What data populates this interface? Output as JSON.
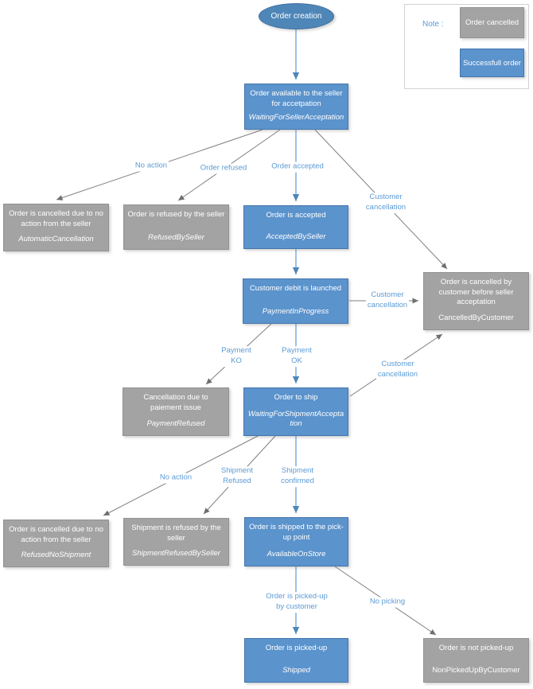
{
  "diagram": {
    "start_node": {
      "label": "Order creation"
    },
    "legend": {
      "note_label": "Note :",
      "cancelled_label": "Order cancelled",
      "success_label": "Successfull order"
    },
    "colors": {
      "success_node": "#5b93cc",
      "cancelled_node": "#a3a3a3",
      "start_node": "#4e86b8",
      "edge_label_text": "#5b9bd5",
      "blue_arrow": "#5b9bd5",
      "gray_arrow": "#7f7f7f"
    },
    "nodes": {
      "waiting_seller": {
        "title": "Order available to the seller\nfor accetpation",
        "state": "WaitingForSellerAcceptation"
      },
      "auto_cancel": {
        "title": "Order is cancelled due to no\naction from the seller",
        "state": "AutomaticCancellation"
      },
      "refused_by_seller": {
        "title": "Order is refused by the seller",
        "state": "RefusedBySeller"
      },
      "accepted": {
        "title": "Order is accepted",
        "state": "AcceptedBySeller"
      },
      "payment_in_progress": {
        "title": "Customer debit is launched",
        "state": "PaymentInProgress"
      },
      "cancelled_by_customer": {
        "title": "Order is cancelled by\ncustomer before seller\nacceptation",
        "state": "CancelledByCustomer"
      },
      "payment_refused": {
        "title": "Cancellation due to\npaiement issue",
        "state": "PaymentRefused"
      },
      "order_to_ship": {
        "title": "Order to ship",
        "state": "WaitingForShipmentAccepta\ntion"
      },
      "refused_no_shipment": {
        "title": "Order is cancelled due to no\naction from the seller",
        "state": "RefusedNoShipment"
      },
      "shipment_refused_by_seller": {
        "title": "Shipment is refused by the\nseller",
        "state": "ShipmentRefusedBySeller"
      },
      "available_on_store": {
        "title": "Order is shipped to the pick-\nup point",
        "state": "AvailableOnStore"
      },
      "shipped": {
        "title": "Order is picked-up",
        "state": "Shipped"
      },
      "not_picked_up": {
        "title": "Order is not picked-up",
        "state": "NonPickedUpByCustomer"
      }
    },
    "edge_labels": {
      "no_action_seller": "No action",
      "order_refused": "Order refused",
      "order_accepted": "Order accepted",
      "customer_cancellation_top": "Customer\ncancellation",
      "customer_cancellation_mid": "Customer\ncancellation",
      "payment_ko": "Payment\nKO",
      "payment_ok": "Payment\nOK",
      "customer_cancellation_ship": "Customer\ncancellation",
      "no_action_shipment": "No action",
      "shipment_refused": "Shipment\nRefused",
      "shipment_confirmed": "Shipment\nconfirmed",
      "picked_up_by_customer": "Order is picked-up\nby customer",
      "no_picking": "No picking"
    }
  }
}
